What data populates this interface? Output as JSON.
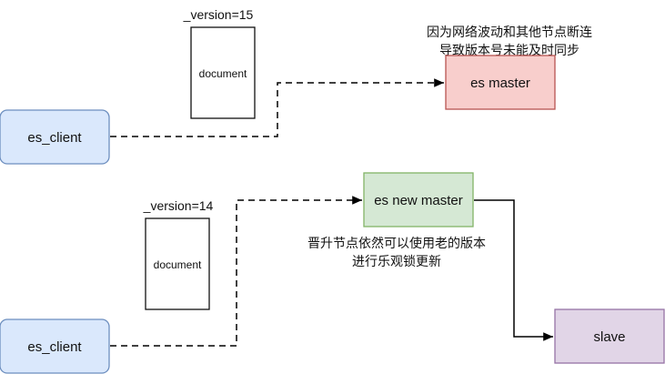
{
  "top": {
    "version_label": "_version=15",
    "document_label": "document",
    "client_label": "es_client",
    "master_label": "es master",
    "note_line1": "因为网络波动和其他节点断连",
    "note_line2": "导致版本号未能及时同步",
    "colors": {
      "client_fill": "#dae8fc",
      "client_stroke": "#6c8ebf",
      "master_fill": "#f8cecc",
      "master_stroke": "#b85450"
    }
  },
  "bottom": {
    "version_label": "_version=14",
    "document_label": "document",
    "client_label": "es_client",
    "new_master_label": "es new master",
    "slave_label": "slave",
    "note_line1": "晋升节点依然可以使用老的版本",
    "note_line2": "进行乐观锁更新",
    "colors": {
      "client_fill": "#dae8fc",
      "client_stroke": "#6c8ebf",
      "new_master_fill": "#d5e8d4",
      "new_master_stroke": "#82b366",
      "slave_fill": "#e1d5e7",
      "slave_stroke": "#9673a6"
    }
  }
}
